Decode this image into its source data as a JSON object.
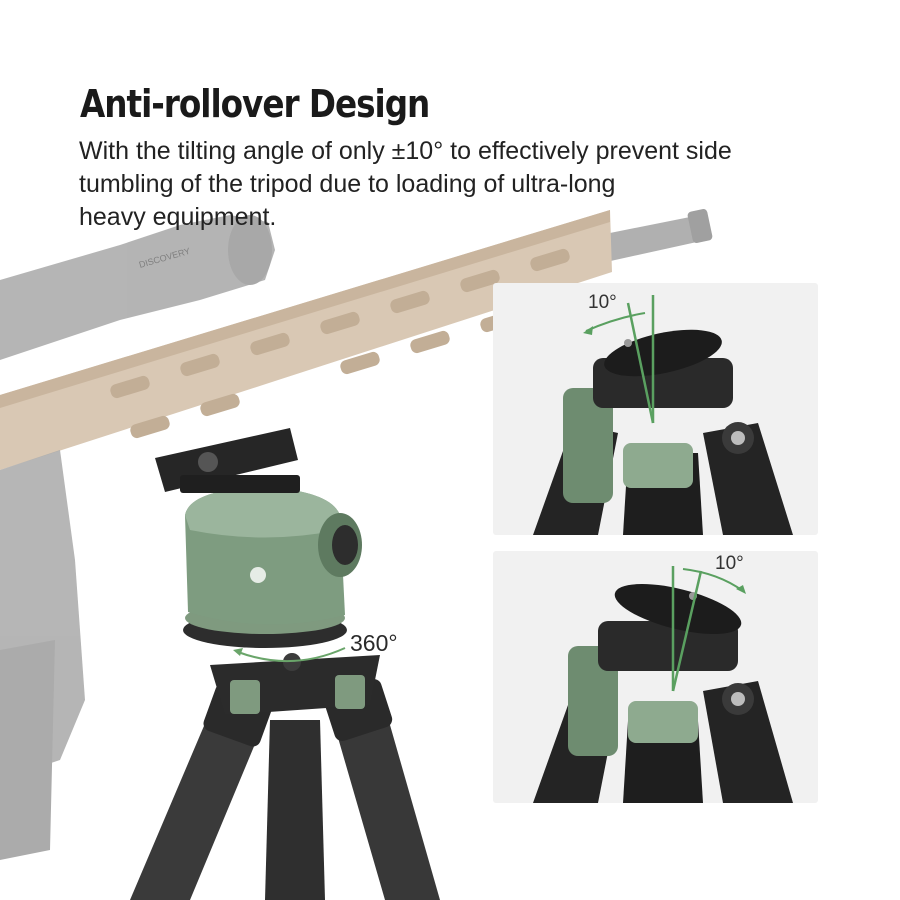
{
  "headline": "Anti-rollover Design",
  "description_lines": [
    "With the tilting angle of only ±10° to effectively prevent side",
    "tumbling of the tripod due to loading of  ultra-long",
    "heavy equipment."
  ],
  "scope_text": "DISCOVERY",
  "rotation_label": "360°",
  "insets": [
    {
      "angle_label": "10°",
      "direction": "left"
    },
    {
      "angle_label": "10°",
      "direction": "right"
    }
  ],
  "colors": {
    "accent_green": "#7f9a7f",
    "dark_green": "#5e7a60",
    "rifle_tan": "#d7c6b2",
    "scope_gray": "#a7a7a7",
    "leg_dark": "#2c2c2c"
  }
}
